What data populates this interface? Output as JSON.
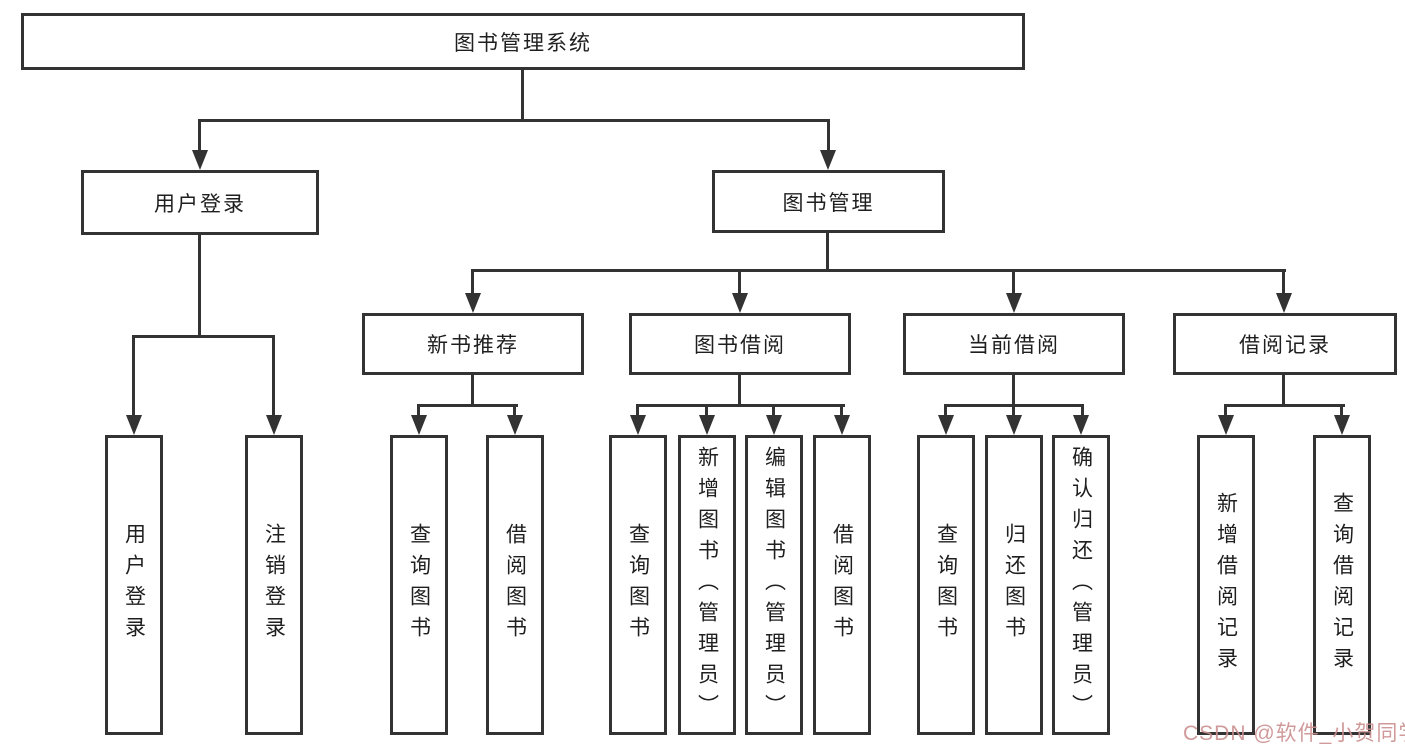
{
  "nodes": {
    "root": "图书管理系统",
    "user_login": "用户登录",
    "book_mgmt": "图书管理",
    "new_book_rec": "新书推荐",
    "book_borrow": "图书借阅",
    "current_borrow": "当前借阅",
    "borrow_records": "借阅记录",
    "ul_login": "用户登录",
    "ul_logout": "注销登录",
    "nbr_query": "查询图书",
    "nbr_borrow": "借阅图书",
    "bb_query": "查询图书",
    "bb_add": "新增图书（管理员）",
    "bb_edit": "编辑图书（管理员）",
    "bb_borrow": "借阅图书",
    "cb_query": "查询图书",
    "cb_return": "归还图书",
    "cb_confirm": "确认归还（管理员）",
    "br_add": "新增借阅记录",
    "br_query": "查询借阅记录"
  },
  "watermark": "CSDN @软件_小贺同学",
  "colors": {
    "line": "#333333",
    "border": "#333333",
    "fill": "#ffffff",
    "text": "#1f1f1f",
    "watermark": "#cb9090"
  }
}
